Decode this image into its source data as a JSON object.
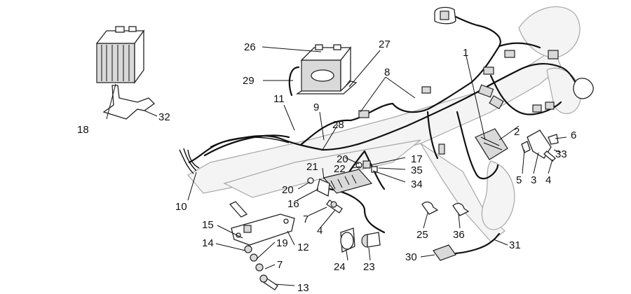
{
  "callouts": [
    {
      "id": "1",
      "text": "1"
    },
    {
      "id": "2",
      "text": "2"
    },
    {
      "id": "3",
      "text": "3"
    },
    {
      "id": "4a",
      "text": "4"
    },
    {
      "id": "4b",
      "text": "4"
    },
    {
      "id": "5",
      "text": "5"
    },
    {
      "id": "6",
      "text": "6"
    },
    {
      "id": "7a",
      "text": "7"
    },
    {
      "id": "7b",
      "text": "7"
    },
    {
      "id": "8",
      "text": "8"
    },
    {
      "id": "9",
      "text": "9"
    },
    {
      "id": "10",
      "text": "10"
    },
    {
      "id": "11",
      "text": "11"
    },
    {
      "id": "12",
      "text": "12"
    },
    {
      "id": "13",
      "text": "13"
    },
    {
      "id": "14",
      "text": "14"
    },
    {
      "id": "15",
      "text": "15"
    },
    {
      "id": "16",
      "text": "16"
    },
    {
      "id": "17",
      "text": "17"
    },
    {
      "id": "18",
      "text": "18"
    },
    {
      "id": "19",
      "text": "19"
    },
    {
      "id": "20a",
      "text": "20"
    },
    {
      "id": "20b",
      "text": "20"
    },
    {
      "id": "21",
      "text": "21"
    },
    {
      "id": "22",
      "text": "22"
    },
    {
      "id": "23",
      "text": "23"
    },
    {
      "id": "24",
      "text": "24"
    },
    {
      "id": "25",
      "text": "25"
    },
    {
      "id": "26",
      "text": "26"
    },
    {
      "id": "27",
      "text": "27"
    },
    {
      "id": "28",
      "text": "28"
    },
    {
      "id": "29",
      "text": "29"
    },
    {
      "id": "30",
      "text": "30"
    },
    {
      "id": "31",
      "text": "31"
    },
    {
      "id": "32",
      "text": "32"
    },
    {
      "id": "33",
      "text": "33"
    },
    {
      "id": "34",
      "text": "34"
    },
    {
      "id": "35",
      "text": "35"
    },
    {
      "id": "36",
      "text": "36"
    }
  ]
}
